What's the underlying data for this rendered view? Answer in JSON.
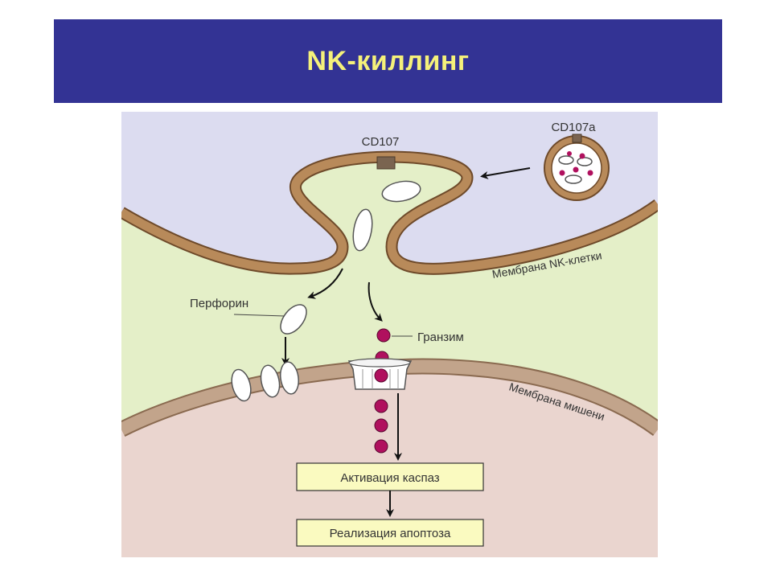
{
  "title": "NK-киллинг",
  "diagram": {
    "labels": {
      "cd107": "CD107",
      "cd107a": "CD107a",
      "nk_membrane": "Мембрана NK-клетки",
      "perforin": "Перфорин",
      "granzyme": "Гранзим",
      "target_membrane": "Мембрана мишени",
      "caspase_activation": "Активация каспаз",
      "apoptosis": "Реализация апоптоза"
    },
    "colors": {
      "title_bg": "#333394",
      "title_text": "#f5f17a",
      "nk_cytoplasm": "#dcdcf0",
      "synapse": "#e4efc8",
      "target_cytoplasm": "#ead5cf",
      "nk_membrane": "#b88a5a",
      "target_membrane": "#c2a48b",
      "granzyme": "#b0105e",
      "box_fill": "#fafac0"
    }
  }
}
